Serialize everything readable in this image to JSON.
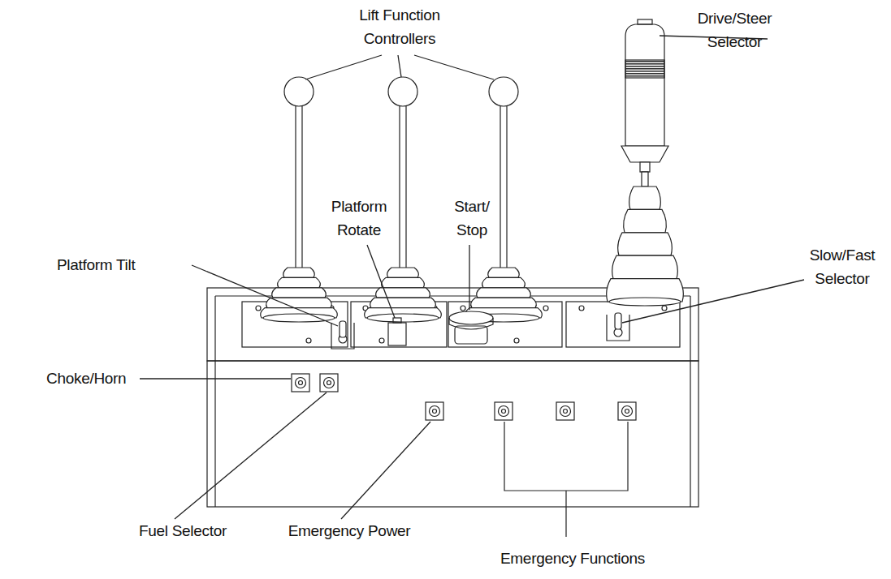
{
  "diagram": {
    "labels": [
      "Lift Function Controllers",
      "Drive/Steer Selector",
      "Platform Rotate",
      "Start/ Stop",
      "Platform Tilt",
      "Slow/Fast Selector",
      "Choke/Horn",
      "Fuel Selector",
      "Emergency Power",
      "Emergency Functions"
    ]
  }
}
